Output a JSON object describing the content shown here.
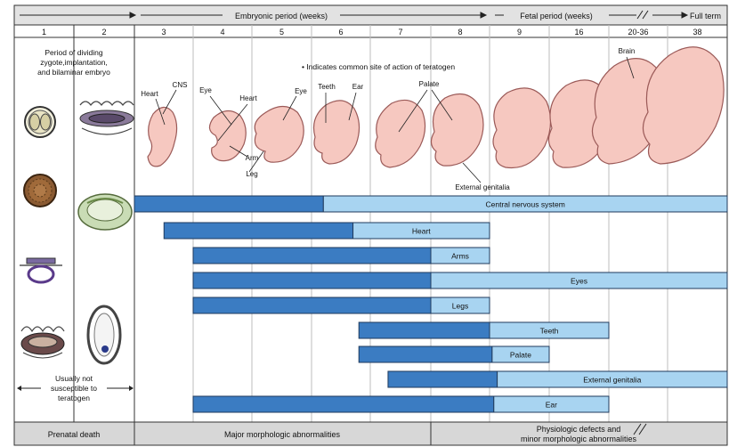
{
  "header": {
    "embryonic_label": "Embryonic period (weeks)",
    "fetal_label": "Fetal period (weeks)",
    "full_term_label": "Full term"
  },
  "weeks": [
    "1",
    "2",
    "3",
    "4",
    "5",
    "6",
    "7",
    "8",
    "9",
    "16",
    "20-36",
    "38"
  ],
  "period_note": [
    "Period of dividing",
    "zygote,implantation,",
    "and bilaminar embryo"
  ],
  "legend_note": "• Indicates common site of action of teratogen",
  "embryo_labels": {
    "heart_3": "Heart",
    "cns": "CNS",
    "eye_4": "Eye",
    "heart_4": "Heart",
    "eye_5": "Eye",
    "arm": "Arm",
    "leg": "Leg",
    "teeth": "Teeth",
    "ear": "Ear",
    "palate": "Palate",
    "brain": "Brain",
    "external_genitalia": "External genitalia"
  },
  "not_susceptible_note": [
    "Usually not",
    "susceptible to",
    "teratogen"
  ],
  "bars": [
    {
      "label": "Central nervous system",
      "dark": [
        3,
        6.2
      ],
      "light": [
        6.2,
        38
      ]
    },
    {
      "label": "Heart",
      "dark": [
        3.5,
        6.7
      ],
      "light": [
        6.7,
        9
      ]
    },
    {
      "label": "Arms",
      "dark": [
        4,
        8
      ],
      "light": [
        8,
        9
      ]
    },
    {
      "label": "Eyes",
      "dark": [
        4,
        8
      ],
      "light": [
        8,
        38
      ]
    },
    {
      "label": "Legs",
      "dark": [
        4,
        8
      ],
      "light": [
        8,
        9
      ]
    },
    {
      "label": "Teeth",
      "dark": [
        6.8,
        9
      ],
      "light": [
        9,
        20
      ]
    },
    {
      "label": "Palate",
      "dark": [
        6.8,
        9.3
      ],
      "light": [
        9.3,
        16
      ]
    },
    {
      "label": "External genitalia",
      "dark": [
        7.3,
        9.9
      ],
      "light": [
        9.9,
        38
      ]
    },
    {
      "label": "Ear",
      "dark": [
        4,
        9.5
      ],
      "light": [
        9.5,
        20
      ]
    }
  ],
  "footer": {
    "prenatal": "Prenatal death",
    "major": "Major morphologic abnormalities",
    "physiologic_1": "Physiologic defects and",
    "physiologic_2": "minor morphologic abnormalities"
  },
  "colors": {
    "dark_bar": "#3b7cc2",
    "light_bar": "#a8d4f1",
    "bar_stroke": "#1f3a5c",
    "embryo_fill": "#f6c8c0",
    "embryo_stroke": "#9b5a58",
    "header_bg": "#e2e2e2",
    "footer_bg": "#d7d7d7"
  }
}
